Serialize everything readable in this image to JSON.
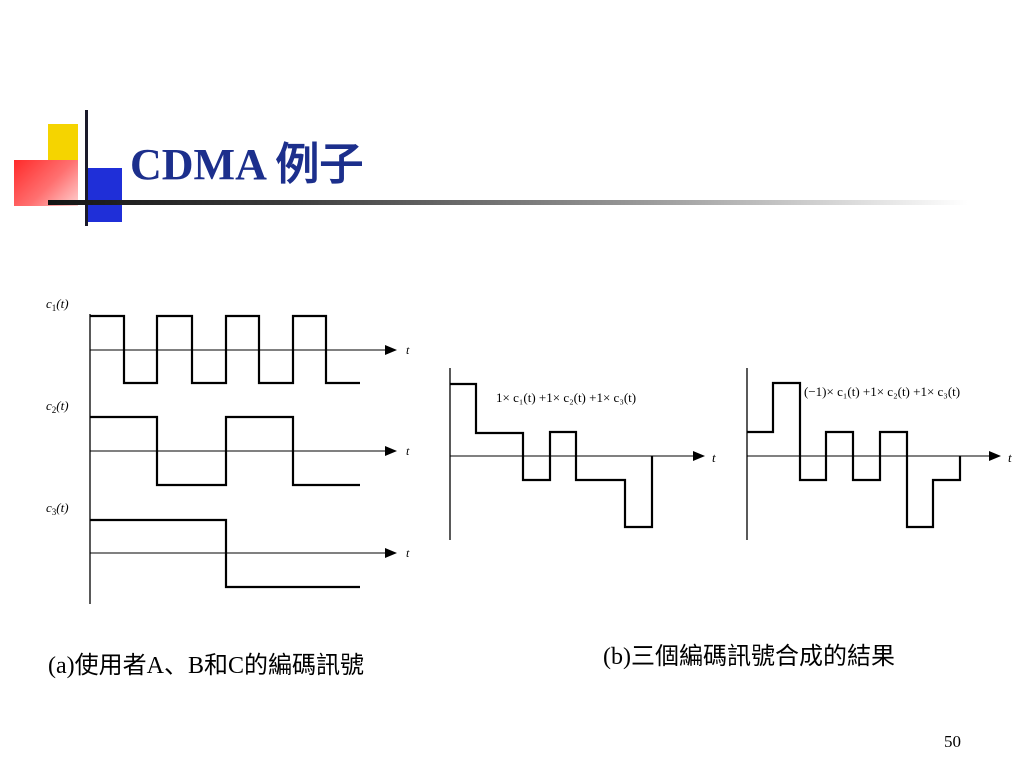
{
  "title": "CDMA 例子",
  "colors": {
    "title": "#1c2f8c",
    "accent_yellow": "#f5d400",
    "accent_red": "#ff2a2a",
    "accent_blue": "#1f2fd8"
  },
  "diagram_a": {
    "signals": [
      {
        "label_var": "c",
        "label_sub": "1",
        "label_arg": "(t)",
        "axis_label": "t"
      },
      {
        "label_var": "c",
        "label_sub": "2",
        "label_arg": "(t)",
        "axis_label": "t"
      },
      {
        "label_var": "c",
        "label_sub": "3",
        "label_arg": "(t)",
        "axis_label": "t"
      }
    ]
  },
  "diagram_b1": {
    "formula": "1× c₁(t) +1× c₂(t) +1× c₃(t)",
    "axis_label": "t"
  },
  "diagram_b2": {
    "formula": "(−1)× c₁(t) +1× c₂(t) +1× c₃(t)",
    "axis_label": "t"
  },
  "captions": {
    "a": "(a)使用者A、B和C的編碼訊號",
    "b": "(b)三個編碼訊號合成的結果"
  },
  "page_number": "50"
}
